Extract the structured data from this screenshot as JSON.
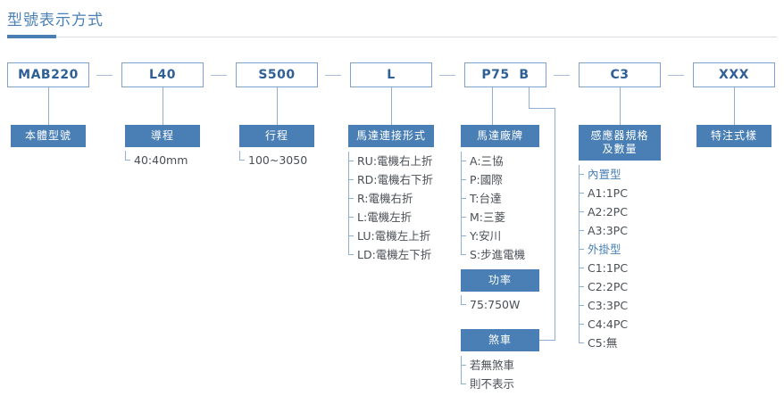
{
  "page": {
    "title": "型號表示方式",
    "accent_color": "#4a7fb5",
    "box_border_color": "#7ba3cf",
    "code_text_color": "#2e5f96",
    "item_text_color": "#4a4f55"
  },
  "model_code": {
    "segments": [
      "MAB220",
      "L40",
      "S500",
      "L",
      "P75  B",
      "C3",
      "XXX"
    ],
    "separator": "—"
  },
  "columns": [
    {
      "id": "body-model",
      "code": "MAB220",
      "label": "本體型號",
      "items": []
    },
    {
      "id": "lead",
      "code": "L40",
      "label": "導程",
      "items": [
        {
          "text": "40:40mm",
          "accent": false
        }
      ]
    },
    {
      "id": "stroke",
      "code": "S500",
      "label": "行程",
      "items": [
        {
          "text": "100~3050",
          "accent": false
        }
      ]
    },
    {
      "id": "motor-mount",
      "code": "L",
      "label": "馬達連接形式",
      "items": [
        {
          "text": "RU:電機右上折",
          "accent": false
        },
        {
          "text": "RD:電機右下折",
          "accent": false
        },
        {
          "text": "R:電機右折",
          "accent": false
        },
        {
          "text": "L:電機左折",
          "accent": false
        },
        {
          "text": "LU:電機左上折",
          "accent": false
        },
        {
          "text": "LD:電機左下折",
          "accent": false
        }
      ]
    },
    {
      "id": "motor-brand",
      "code": "P75  B",
      "label": "馬達廠牌",
      "items": [
        {
          "text": "A:三協",
          "accent": false
        },
        {
          "text": "P:國際",
          "accent": false
        },
        {
          "text": "T:台達",
          "accent": false
        },
        {
          "text": "M:三菱",
          "accent": false
        },
        {
          "text": "Y:安川",
          "accent": false
        },
        {
          "text": "S:步進電機",
          "accent": false
        }
      ]
    },
    {
      "id": "sensor",
      "code": "C3",
      "label": "感應器規格\n及數量",
      "label_line1": "感應器規格",
      "label_line2": "及數量",
      "items": [
        {
          "text": "內置型",
          "accent": true
        },
        {
          "text": "A1:1PC",
          "accent": false
        },
        {
          "text": "A2:2PC",
          "accent": false
        },
        {
          "text": "A3:3PC",
          "accent": false
        },
        {
          "text": "外掛型",
          "accent": true
        },
        {
          "text": "C1:1PC",
          "accent": false
        },
        {
          "text": "C2:2PC",
          "accent": false
        },
        {
          "text": "C3:3PC",
          "accent": false
        },
        {
          "text": "C4:4PC",
          "accent": false
        },
        {
          "text": "C5:無",
          "accent": false
        }
      ]
    },
    {
      "id": "special-spec",
      "code": "XXX",
      "label": "特注式樣",
      "items": []
    }
  ],
  "sub_blocks": [
    {
      "id": "power",
      "label": "功率",
      "items": [
        {
          "text": "75:750W",
          "accent": false
        }
      ]
    },
    {
      "id": "brake",
      "label": "煞車",
      "items": [
        {
          "text": "若無煞車",
          "accent": false
        },
        {
          "text": "則不表示",
          "accent": false
        }
      ]
    }
  ]
}
